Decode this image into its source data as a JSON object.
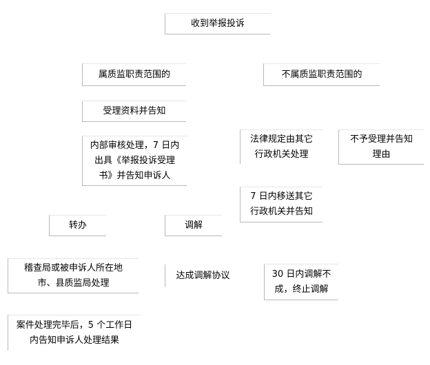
{
  "nodes": {
    "receive": "收到举报投诉",
    "in_scope": "属质监职责范围的",
    "out_scope": "不属质监职责范围的",
    "accept_notify": "受理资料并告知",
    "internal_review": "内部审核处理，7 日内\n出具《举报投诉受理\n书》并告知申诉人",
    "other_agency": "法律规定由其它\n行政机关处理",
    "reject_notify": "不予受理并告知\n理由",
    "transfer_7d": "7 日内移送其它\n行政机关并告知",
    "forward": "转办",
    "mediate": "调解",
    "local_bureau": "稽查局或被申诉人所在地\n市、县质监局处理",
    "agreement": "达成调解协议",
    "mediation_fail": "30 日内调解不\n成，终止调解",
    "result_notice": "案件处理完毕后，5 个工作日\n内告知申诉人处理结果"
  }
}
